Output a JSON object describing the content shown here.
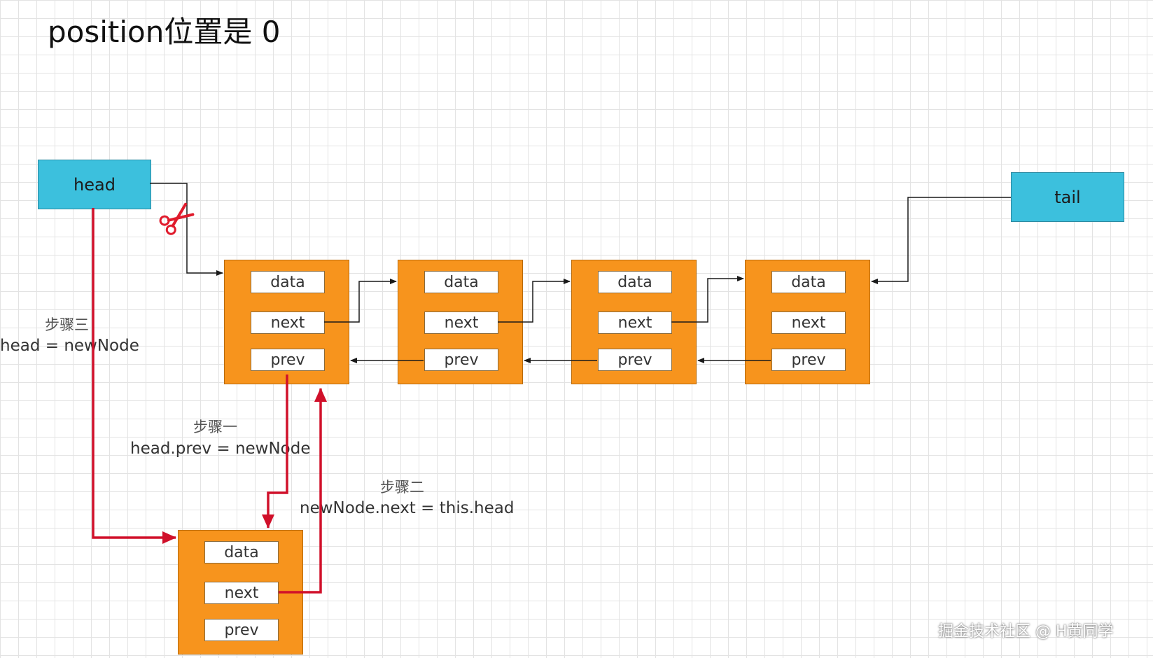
{
  "title": "position位置是 0",
  "head_label": "head",
  "tail_label": "tail",
  "nodes": [
    {
      "data": "data",
      "next": "next",
      "prev": "prev"
    },
    {
      "data": "data",
      "next": "next",
      "prev": "prev"
    },
    {
      "data": "data",
      "next": "next",
      "prev": "prev"
    },
    {
      "data": "data",
      "next": "next",
      "prev": "prev"
    }
  ],
  "new_node": {
    "data": "data",
    "next": "next",
    "prev": "prev"
  },
  "steps": {
    "one_title": "步骤一",
    "one_code": "head.prev  =  newNode",
    "two_title": "步骤二",
    "two_code": "newNode.next  =  this.head",
    "three_title": "步骤三",
    "three_code": "head  =  newNode"
  },
  "scissors_icon": "scissors-icon",
  "colors": {
    "node_fill": "#f7941d",
    "head_tail_fill": "#3cc0dd",
    "new_link": "#d0102a",
    "old_link": "#1a1a1a"
  },
  "watermark": "掘金技术社区 @ H黄同学"
}
